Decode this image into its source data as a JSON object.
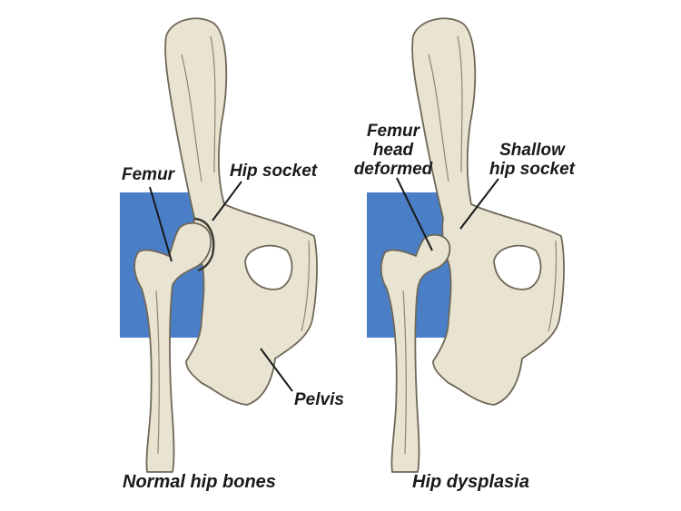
{
  "colors": {
    "background": "#ffffff",
    "panel": "#4a7fc8",
    "bone": "#e9e4d2",
    "outline": "#6e6858",
    "text": "#1a1a1a"
  },
  "normal": {
    "caption": "Normal hip bones",
    "labels": {
      "femur": "Femur",
      "hip_socket": "Hip socket",
      "pelvis": "Pelvis"
    }
  },
  "dysplasia": {
    "caption": "Hip dysplasia",
    "labels": {
      "femur_head_line1": "Femur",
      "femur_head_line2": "head",
      "femur_head_line3": "deformed",
      "shallow_line1": "Shallow",
      "shallow_line2": "hip socket"
    }
  }
}
